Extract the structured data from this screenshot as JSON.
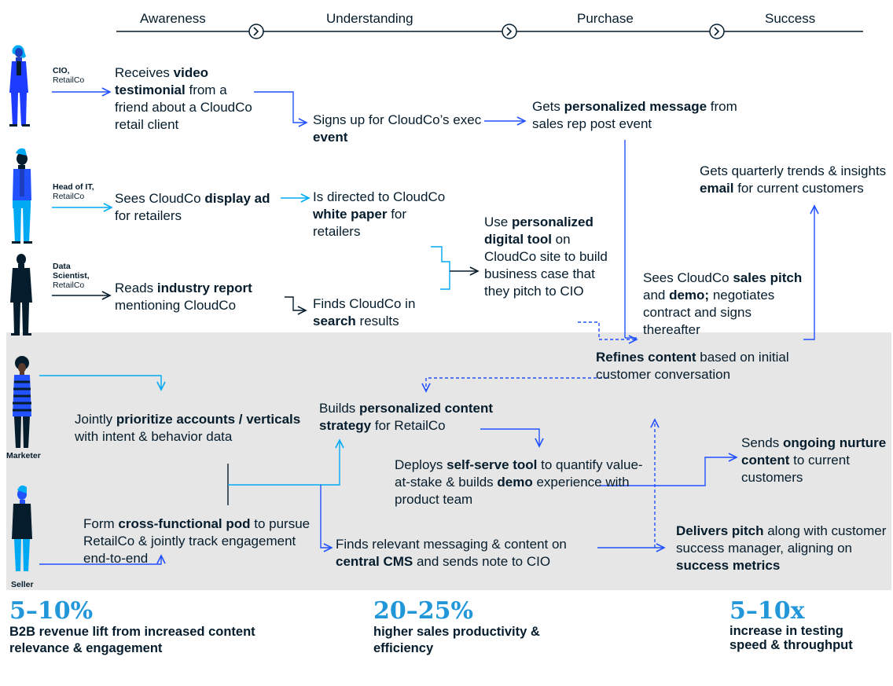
{
  "stages": [
    "Awareness",
    "Understanding",
    "Purchase",
    "Success"
  ],
  "people": {
    "cio": {
      "title": "CIO,",
      "org": "RetailCo"
    },
    "head_it": {
      "title": "Head of IT,",
      "org": "RetailCo"
    },
    "data_sci": {
      "title": "Data Scientist,",
      "org": "RetailCo"
    },
    "marketer": "Marketer",
    "seller": "Seller"
  },
  "boxes": {
    "b1": [
      {
        "t": "Receives "
      },
      {
        "t": "video testimonial",
        "b": true
      },
      {
        "t": " from a friend about a CloudCo retail client"
      }
    ],
    "b2": [
      {
        "t": "Signs up for CloudCo’s exec "
      },
      {
        "t": "event",
        "b": true
      }
    ],
    "b3": [
      {
        "t": "Gets "
      },
      {
        "t": "personalized message",
        "b": true
      },
      {
        "t": " from sales rep post event"
      }
    ],
    "b4": [
      {
        "t": "Sees CloudCo "
      },
      {
        "t": "display ad",
        "b": true
      },
      {
        "t": " for retailers"
      }
    ],
    "b5": [
      {
        "t": "Is directed to CloudCo "
      },
      {
        "t": "white paper",
        "b": true
      },
      {
        "t": " for retailers"
      }
    ],
    "b6": [
      {
        "t": "Gets quarterly trends & insights "
      },
      {
        "t": "email",
        "b": true
      },
      {
        "t": " for current customers"
      }
    ],
    "b7": [
      {
        "t": "Use "
      },
      {
        "t": "personalized digital tool",
        "b": true
      },
      {
        "t": " on CloudCo site to build business case that they pitch to CIO"
      }
    ],
    "b8": [
      {
        "t": "Reads "
      },
      {
        "t": "industry report",
        "b": true
      },
      {
        "t": " mentioning CloudCo"
      }
    ],
    "b9": [
      {
        "t": "Finds CloudCo in "
      },
      {
        "t": "search",
        "b": true
      },
      {
        "t": " results"
      }
    ],
    "b10": [
      {
        "t": "Sees CloudCo "
      },
      {
        "t": "sales pitch",
        "b": true
      },
      {
        "t": " and "
      },
      {
        "t": "demo;",
        "b": true
      },
      {
        "t": " negotiates contract and signs thereafter"
      }
    ],
    "b11": [
      {
        "t": "Refines content",
        "b": true
      },
      {
        "t": " based on initial customer conversation"
      }
    ],
    "b12": [
      {
        "t": "Jointly "
      },
      {
        "t": "prioritize accounts / verticals",
        "b": true
      },
      {
        "t": " with intent & behavior data"
      }
    ],
    "b13": [
      {
        "t": "Builds "
      },
      {
        "t": "personalized content strategy",
        "b": true
      },
      {
        "t": " for RetailCo"
      }
    ],
    "b14": [
      {
        "t": "Sends "
      },
      {
        "t": "ongoing nurture content",
        "b": true
      },
      {
        "t": " to current customers"
      }
    ],
    "b15": [
      {
        "t": "Deploys "
      },
      {
        "t": "self-serve tool",
        "b": true
      },
      {
        "t": " to quantify value-at-stake & builds "
      },
      {
        "t": "demo",
        "b": true
      },
      {
        "t": " experience with product team"
      }
    ],
    "b16": [
      {
        "t": "Form "
      },
      {
        "t": "cross-functional pod",
        "b": true
      },
      {
        "t": " to pursue RetailCo & jointly track engagement end-to-end"
      }
    ],
    "b17": [
      {
        "t": "Delivers pitch",
        "b": true
      },
      {
        "t": " along with customer success manager, aligning on "
      },
      {
        "t": "success metrics",
        "b": true
      }
    ],
    "b18": [
      {
        "t": "Finds relevant messaging & content on "
      },
      {
        "t": "central CMS",
        "b": true
      },
      {
        "t": " and sends note to CIO"
      }
    ]
  },
  "stats": [
    {
      "value": "5–10%",
      "label": "B2B revenue lift from increased content relevance & engagement"
    },
    {
      "value": "20–25%",
      "label": "higher sales productivity & efficiency"
    },
    {
      "value": "5–10x",
      "label": "increase in testing speed & throughput"
    }
  ],
  "colors": {
    "navy": "#051c2c",
    "blue": "#2251ff",
    "cyan": "#00a9f4",
    "band": "#e6e6e6",
    "stat": "#2196d8"
  }
}
